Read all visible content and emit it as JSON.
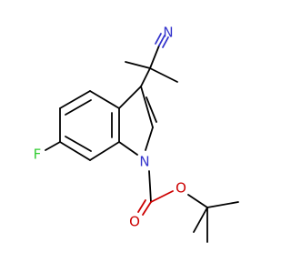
{
  "molecule": {
    "atoms": {
      "nitrile_n": {
        "symbol": "N",
        "color": "#3333cc"
      },
      "indole_n": {
        "symbol": "N",
        "color": "#3333cc"
      },
      "fluorine": {
        "symbol": "F",
        "color": "#33cc33"
      },
      "carbonyl_o": {
        "symbol": "O",
        "color": "#cc0000"
      },
      "ester_o": {
        "symbol": "O",
        "color": "#cc0000"
      }
    },
    "colors": {
      "bond": "#000000",
      "nitrogen": "#3333cc",
      "oxygen": "#cc0000",
      "fluorine": "#33cc33",
      "background": "#ffffff"
    }
  }
}
